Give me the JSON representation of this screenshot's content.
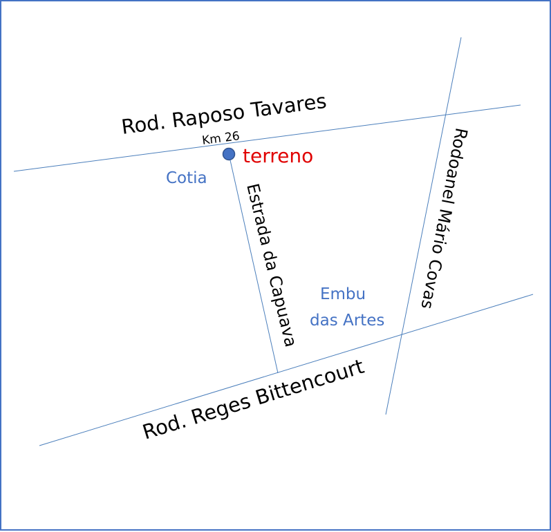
{
  "roads": {
    "raposo_tavares": "Rod. Raposo Tavares",
    "km_marker": "Km 26",
    "estrada_capuava": "Estrada da Capuava",
    "rodoanel": "Rodoanel Mário Covas",
    "reges_bittencourt": "Rod. Reges Bittencourt"
  },
  "places": {
    "cotia": "Cotia",
    "embu_line1": "Embu",
    "embu_line2": "das Artes"
  },
  "poi": {
    "label": "terreno",
    "color": "#e00000"
  },
  "colors": {
    "road_line": "#4a7ebb",
    "place_text": "#4472c4",
    "marker_fill": "#4472c4",
    "frame_border": "#4472c4"
  }
}
